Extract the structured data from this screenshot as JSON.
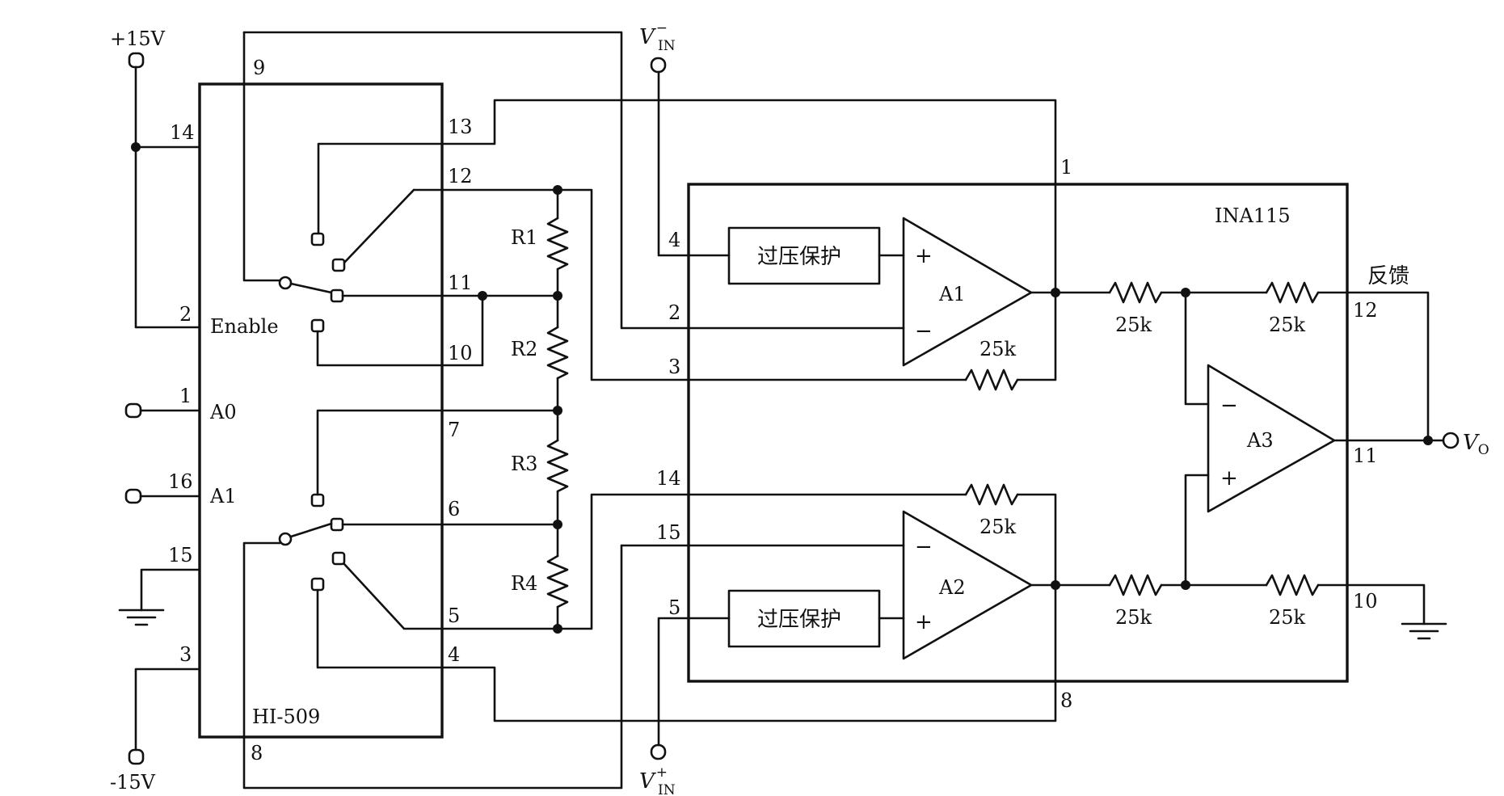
{
  "supplies": {
    "pos": "+15V",
    "neg": "-15V"
  },
  "inputs": {
    "vin_minus": {
      "base": "V",
      "sub": "IN",
      "sup": "−"
    },
    "vin_plus": {
      "base": "V",
      "sub": "IN",
      "sup": "+"
    }
  },
  "output": {
    "base": "V",
    "sub": "O"
  },
  "mux": {
    "name": "HI-509",
    "enable_label": "Enable",
    "a0_label": "A0",
    "a1_label": "A1",
    "pins": {
      "p1": "1",
      "p2": "2",
      "p3": "3",
      "p4": "4",
      "p5": "5",
      "p6": "6",
      "p7": "7",
      "p8": "8",
      "p9": "9",
      "p10": "10",
      "p11": "11",
      "p12": "12",
      "p13": "13",
      "p14": "14",
      "p15": "15",
      "p16": "16"
    }
  },
  "resistors": {
    "r1": "R1",
    "r2": "R2",
    "r3": "R3",
    "r4": "R4"
  },
  "ina": {
    "name": "INA115",
    "protect": "过压保护",
    "a1": "A1",
    "a2": "A2",
    "a3": "A3",
    "res": "25k",
    "plus": "+",
    "minus": "−",
    "feedback": "反馈",
    "pins": {
      "p1": "1",
      "p2": "2",
      "p3": "3",
      "p4": "4",
      "p5": "5",
      "p8": "8",
      "p10": "10",
      "p11": "11",
      "p12": "12",
      "p14": "14",
      "p15": "15"
    }
  }
}
